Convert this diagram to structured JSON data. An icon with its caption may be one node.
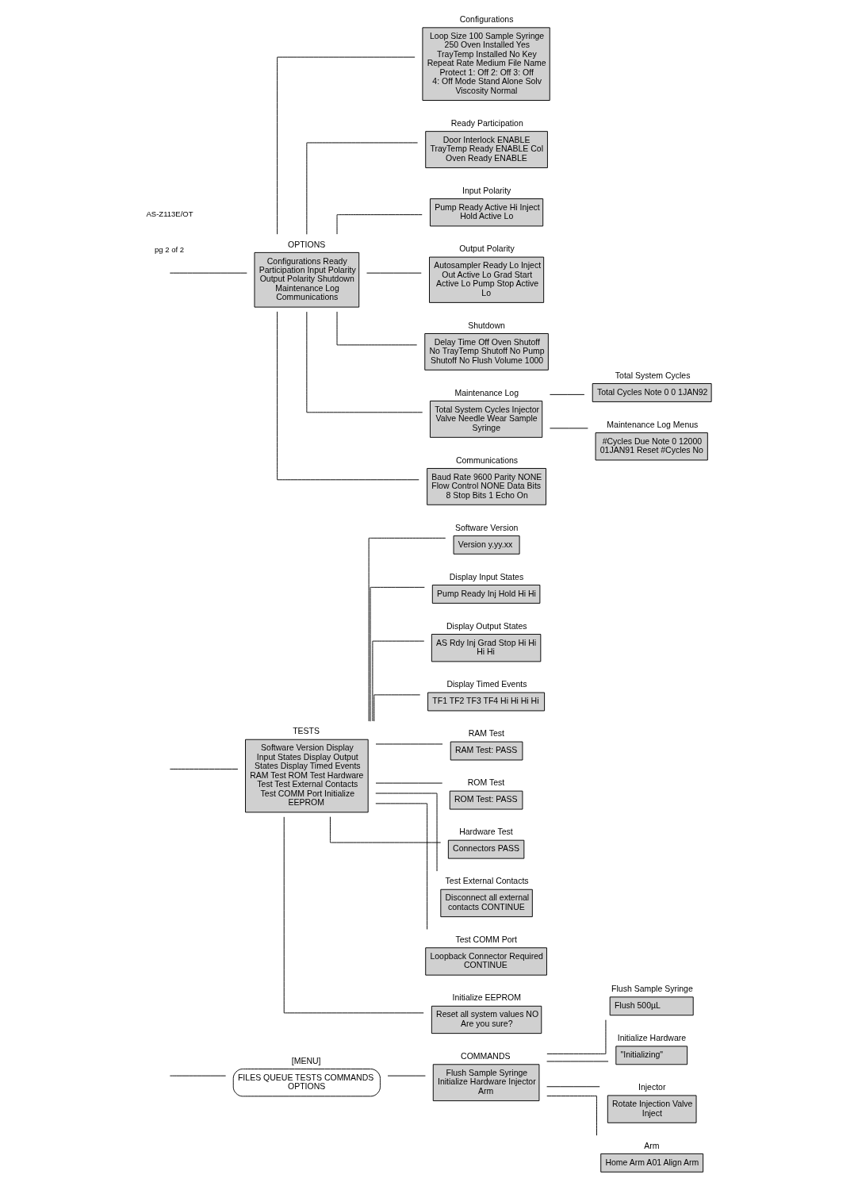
{
  "diagram": {
    "nodes": [
      {
        "text": [
          "[MENU]",
          "FILES QUEUE TESTS COMMANDS OPTIONS"
        ]
      },
      {
        "text": [
          "TESTS",
          "Software Version Display Input States Display Output States Display Timed Events RAM Test ROM Test Hardware Test Test External Contacts Test COMM Port Initialize EEPROM"
        ]
      },
      {
        "text": [
          "Software Version",
          "Version y.yy.xx"
        ]
      },
      {
        "text": [
          "Display Input States",
          "Pump Ready Inj Hold Hi Hi"
        ]
      },
      {
        "text": [
          "Display Output States",
          "AS Rdy Inj Grad Stop Hi Hi Hi Hi"
        ]
      },
      {
        "text": [
          "Display Timed Events",
          "TF1 TF2 TF3 TF4 Hi Hi Hi Hi"
        ]
      },
      {
        "text": [
          "RAM Test",
          "RAM Test: PASS"
        ]
      },
      {
        "text": [
          "ROM Test",
          "ROM Test: PASS"
        ]
      },
      {
        "text": [
          "Hardware Test",
          "Connectors PASS"
        ]
      },
      {
        "text": [
          "Test External Contacts",
          "Disconnect all external contacts CONTINUE"
        ]
      },
      {
        "text": [
          "Test COMM Port",
          "Loopback Connector Required CONTINUE"
        ]
      },
      {
        "text": [
          "Initialize EEPROM",
          "Reset all system values NO Are you sure?"
        ]
      },
      {
        "text": [
          "COMMANDS",
          "Flush Sample Syringe Initialize Hardware Injector Arm"
        ]
      },
      {
        "text": [
          "Flush Sample Syringe",
          "Flush 500µL"
        ]
      },
      {
        "text": [
          "Initialize Hardware",
          "\"Initializing\""
        ]
      },
      {
        "text": [
          "Injector",
          "Rotate Injection Valve Inject"
        ]
      },
      {
        "text": [
          "Arm",
          "Home Arm A01 Align Arm"
        ]
      },
      {
        "text": [
          "OPTIONS",
          "Configurations Ready Participation Input Polarity Output Polarity Shutdown Maintenance Log Communications"
        ]
      },
      {
        "text": [
          "Configurations",
          "Loop Size 100 Sample Syringe 250 Oven Installed Yes TrayTemp Installed No Key Repeat Rate Medium File Name Protect 1: Off 2: Off 3: Off 4: Off Mode Stand Alone Solv Viscosity Normal"
        ]
      },
      {
        "text": [
          "Ready Participation",
          "Door Interlock ENABLE TrayTemp Ready ENABLE Col Oven Ready ENABLE"
        ]
      },
      {
        "text": [
          "Input Polarity",
          "Pump Ready Active Hi Inject Hold Active Lo"
        ]
      },
      {
        "text": [
          "Output Polarity",
          "Autosampler Ready Lo Inject Out Active Lo Grad Start Active Lo Pump Stop Active Lo"
        ]
      },
      {
        "text": [
          "Shutdown",
          "Delay Time Off Oven Shutoff No TrayTemp Shutoff No Pump Shutoff No Flush Volume 1000"
        ]
      },
      {
        "text": [
          "Maintenance Log",
          "Total System Cycles Injector Valve Needle Wear Sample Syringe"
        ]
      },
      {
        "text": [
          "Total System Cycles",
          "Total Cycles Note 0 0 1JAN92"
        ]
      },
      {
        "text": [
          "Maintenance Log Menus",
          "#Cycles Due Note 0 12000 01JAN91 Reset #Cycles No"
        ]
      },
      {
        "text": [
          "Communications",
          "Baud Rate 9600 Parity NONE Flow Control NONE Data Bits 8 Stop Bits 1 Echo On"
        ]
      }
    ],
    "edges": [
      {
        "from": null,
        "to": 1,
        "arrow": "none"
      },
      {
        "from": 1,
        "to": 2,
        "arrow": "none"
      },
      {
        "from": 1,
        "to": 3,
        "arrow": "none"
      },
      {
        "from": 1,
        "to": 4,
        "arrow": "none"
      },
      {
        "from": 1,
        "to": 5,
        "arrow": "none"
      },
      {
        "from": 1,
        "to": 6,
        "arrow": "none"
      },
      {
        "from": 1,
        "to": 7,
        "arrow": "none"
      },
      {
        "from": 1,
        "to": 8,
        "arrow": "none"
      },
      {
        "from": 1,
        "to": 9,
        "arrow": "none"
      },
      {
        "from": 1,
        "to": 10,
        "arrow": "none"
      },
      {
        "from": 1,
        "to": 11,
        "arrow": "none"
      },
      {
        "from": null,
        "to": 0,
        "arrow": "none"
      },
      {
        "from": 0,
        "to": 12,
        "arrow": "none"
      },
      {
        "from": 12,
        "to": 13,
        "arrow": "none"
      },
      {
        "from": 12,
        "to": 14,
        "arrow": "none"
      },
      {
        "from": 12,
        "to": 15,
        "arrow": "none"
      },
      {
        "from": 12,
        "to": 16,
        "arrow": "none"
      },
      {
        "from": null,
        "to": 17,
        "arrow": "none"
      },
      {
        "from": 17,
        "to": 18,
        "arrow": "none"
      },
      {
        "from": 17,
        "to": 19,
        "arrow": "none"
      },
      {
        "from": 17,
        "to": 20,
        "arrow": "none"
      },
      {
        "from": 17,
        "to": 21,
        "arrow": "none"
      },
      {
        "from": 17,
        "to": 22,
        "arrow": "none"
      },
      {
        "from": 17,
        "to": 23,
        "arrow": "none"
      },
      {
        "from": 23,
        "to": 24,
        "arrow": "none"
      },
      {
        "from": 23,
        "to": 25,
        "arrow": "none"
      },
      {
        "from": 17,
        "to": 26,
        "arrow": "none"
      }
    ],
    "labels": [
      "pg 2 of 2",
      "AS-Z113E/OT"
    ]
  }
}
